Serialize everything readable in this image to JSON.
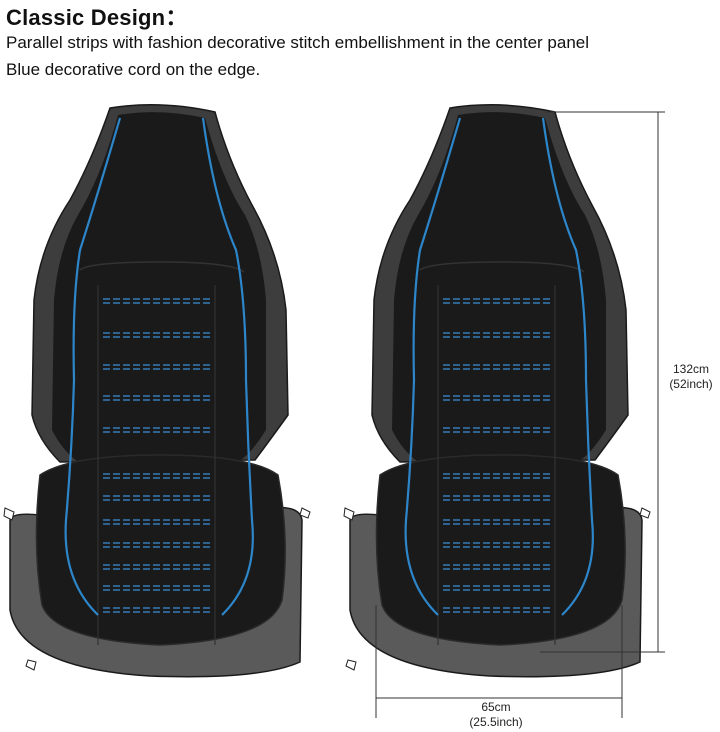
{
  "heading": "Classic Design：",
  "lines": [
    "Parallel strips with fashion decorative stitch embellishment in the center panel",
    "Blue decorative cord on the edge."
  ],
  "dimensions": {
    "height_cm": "132cm",
    "height_inch": "(52inch)",
    "width_cm": "65cm",
    "width_inch": "(25.5inch)"
  },
  "colors": {
    "seat_body": "#1a1a1a",
    "seat_side": "#3d3d3d",
    "seat_base": "#5a5a5a",
    "piping": "#2d86c9",
    "stitch": "#3a8fd6"
  }
}
